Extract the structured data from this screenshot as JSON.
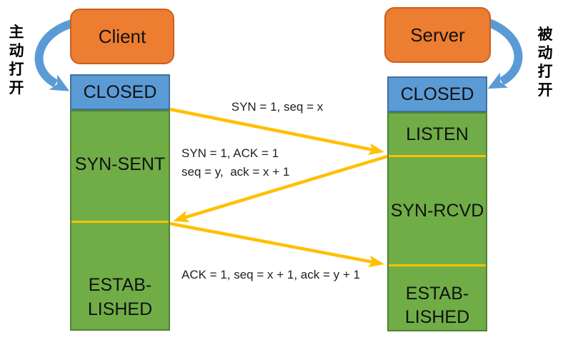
{
  "client": {
    "label": "Client",
    "open_note": "主\n动\n打\n开",
    "states": {
      "closed": "CLOSED",
      "syn_sent": "SYN-SENT",
      "established": "ESTAB-\nLISHED"
    }
  },
  "server": {
    "label": "Server",
    "open_note": "被\n动\n打\n开",
    "states": {
      "closed": "CLOSED",
      "listen": "LISTEN",
      "syn_rcvd": "SYN-RCVD",
      "established": "ESTAB-\nLISHED"
    }
  },
  "messages": {
    "syn": "SYN = 1, seq = x",
    "syn_ack": "SYN = 1, ACK = 1\nseq = y,  ack = x + 1",
    "ack": "ACK = 1, seq = x + 1, ack = y + 1"
  },
  "colors": {
    "endpoint_orange": "#ED7D31",
    "state_closed_blue": "#5B9BD5",
    "state_green": "#70AD47",
    "green_border": "#548235",
    "blue_border": "#41719C",
    "arrow_yellow": "#FFC000",
    "curved_arrow_blue": "#5B9BD5"
  }
}
